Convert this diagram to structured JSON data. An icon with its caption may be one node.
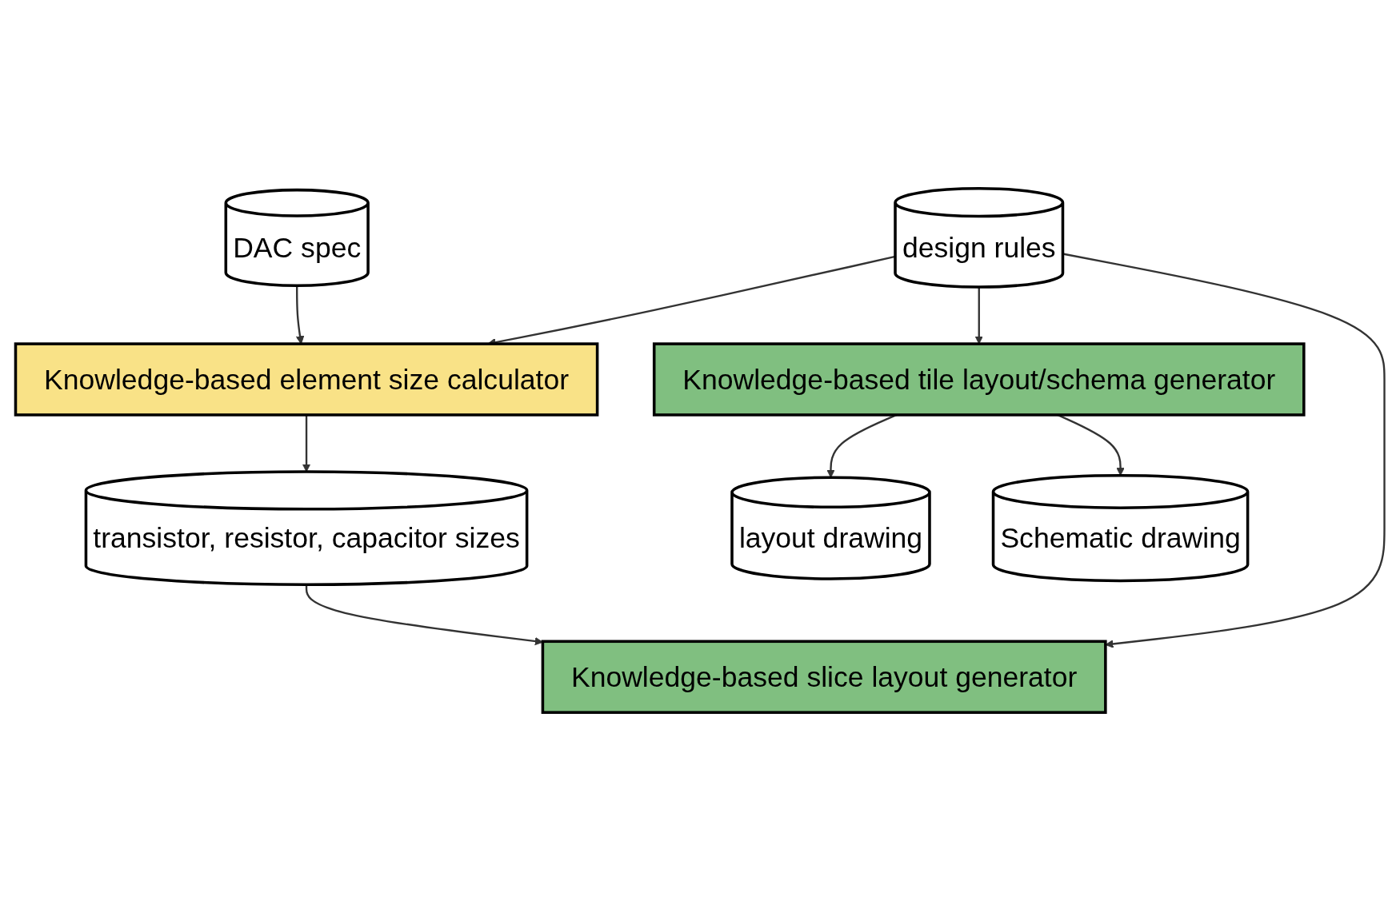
{
  "diagram": {
    "nodes": [
      {
        "text": [
          "DAC spec"
        ]
      },
      {
        "text": [
          "design rules"
        ]
      },
      {
        "text": [
          "Knowledge-based element size calculator"
        ]
      },
      {
        "text": [
          "transistor, resistor, capacitor sizes"
        ]
      },
      {
        "text": [
          "Knowledge-based slice layout generator"
        ]
      },
      {
        "text": [
          "Knowledge-based tile layout/schema generator"
        ]
      },
      {
        "text": [
          "layout drawing"
        ]
      },
      {
        "text": [
          "Schematic drawing"
        ]
      }
    ],
    "edges": [
      {
        "from": 0,
        "to": 2,
        "arrow": "to"
      },
      {
        "from": 1,
        "to": 2,
        "arrow": "to"
      },
      {
        "from": 2,
        "to": 3,
        "arrow": "to"
      },
      {
        "from": 3,
        "to": 4,
        "arrow": "to"
      },
      {
        "from": 1,
        "to": 4,
        "arrow": "to"
      },
      {
        "from": 1,
        "to": 5,
        "arrow": "to"
      },
      {
        "from": 5,
        "to": 6,
        "arrow": "to"
      },
      {
        "from": 5,
        "to": 7,
        "arrow": "to"
      }
    ]
  }
}
